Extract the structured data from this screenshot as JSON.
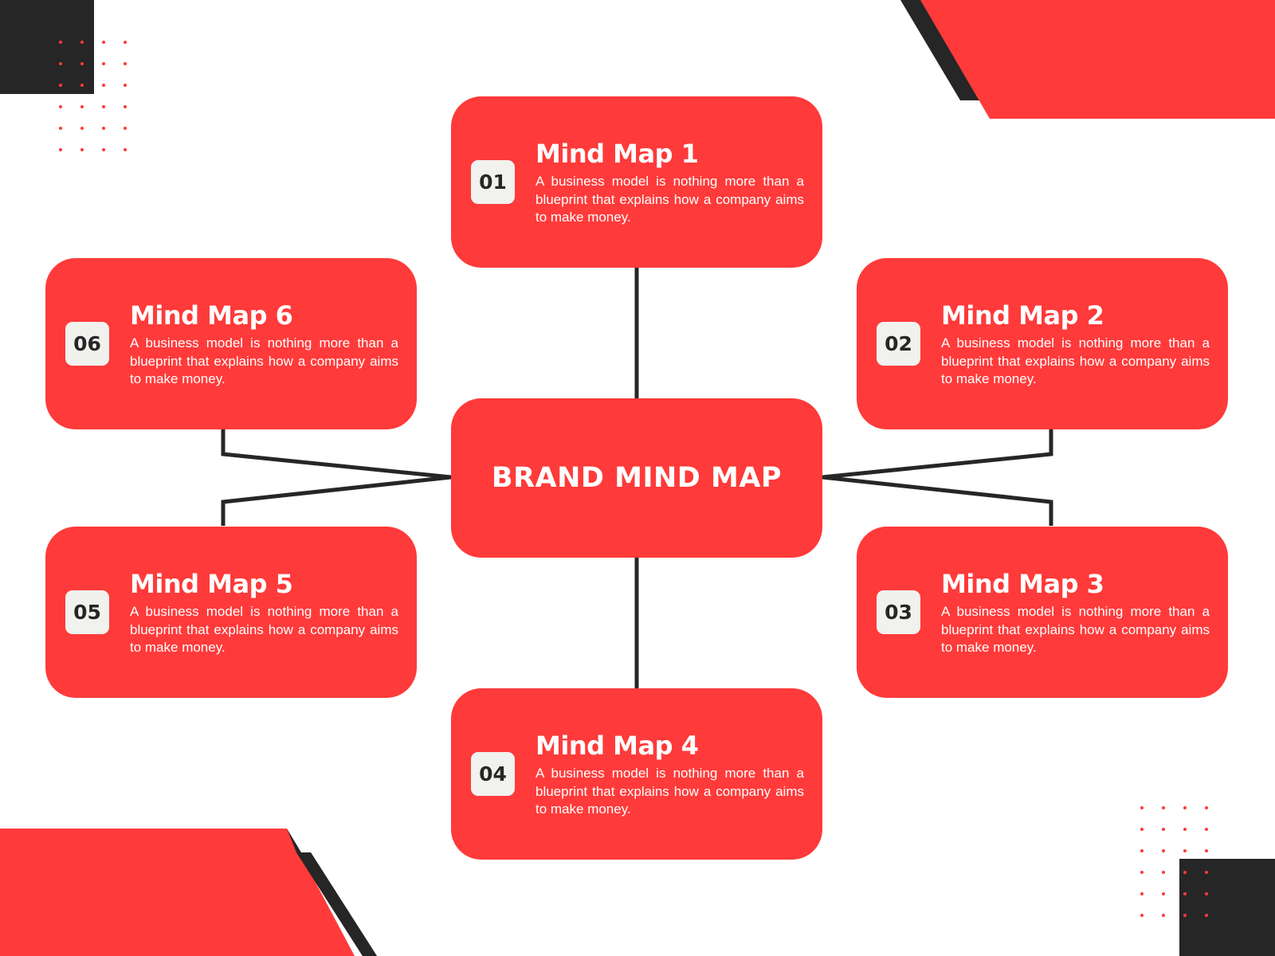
{
  "colors": {
    "accent": "#ff3a3a",
    "dark": "#262626",
    "badge_bg": "#f1f1ee",
    "background": "#ffffff"
  },
  "center": {
    "label": "BRAND MIND MAP"
  },
  "nodes": [
    {
      "number": "01",
      "title": "Mind Map 1",
      "description": "A business model is nothing more than a blueprint that explains how a company aims to make money."
    },
    {
      "number": "02",
      "title": "Mind Map 2",
      "description": "A business model is nothing more than a blueprint that explains how a company aims to make money."
    },
    {
      "number": "03",
      "title": "Mind Map 3",
      "description": "A business model is nothing more than a blueprint that explains how a company aims to make money."
    },
    {
      "number": "04",
      "title": "Mind Map 4",
      "description": "A business model is nothing more than a blueprint that explains how a company aims to make money."
    },
    {
      "number": "05",
      "title": "Mind Map 5",
      "description": "A business model is nothing more than a blueprint that explains how a company aims to make money."
    },
    {
      "number": "06",
      "title": "Mind Map 6",
      "description": "A business model is nothing more than a blueprint that explains how a company aims to make money."
    }
  ]
}
